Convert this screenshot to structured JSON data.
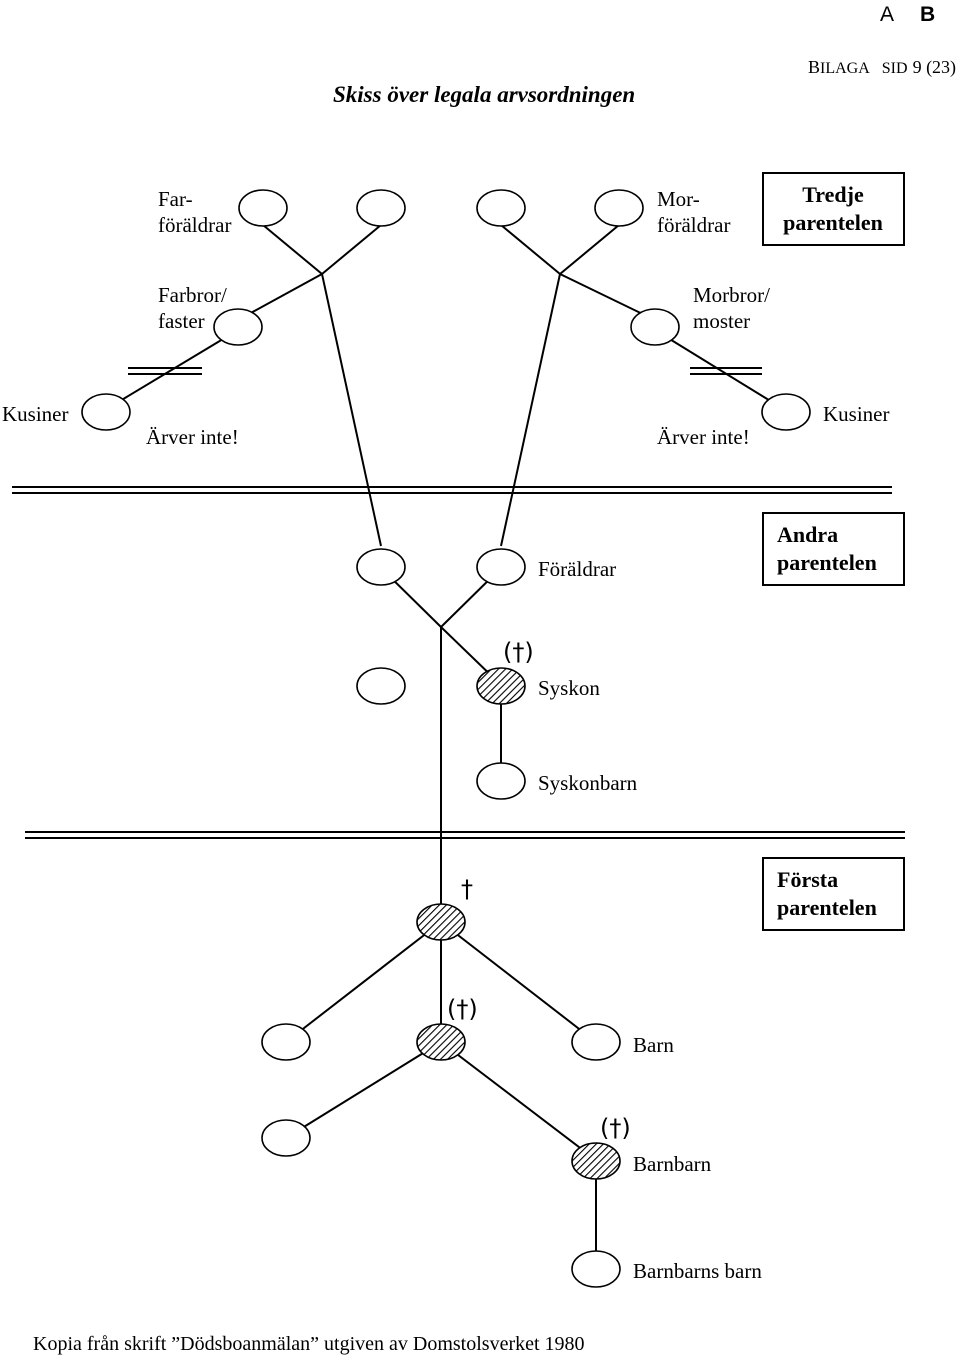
{
  "header": {
    "corner_a": "A",
    "corner_b": "B",
    "bilaga_cap": "B",
    "bilaga_rest": "ILAGA",
    "sid_label": "SID",
    "page_ref": "9 (23)"
  },
  "title": "Skiss över legala arvsordningen",
  "third_parentela": {
    "box_line1": "Tredje",
    "box_line2": "parentelen",
    "farforaldrar_line1": "Far-",
    "farforaldrar_line2": "föräldrar",
    "morforaldrar_line1": "Mor-",
    "morforaldrar_line2": "föräldrar",
    "farbror_line1": "Farbror/",
    "farbror_line2": "faster",
    "morbror_line1": "Morbror/",
    "morbror_line2": "moster",
    "kusiner_left": "Kusiner",
    "kusiner_right": "Kusiner",
    "arver_inte_left": "Ärver inte!",
    "arver_inte_right": "Ärver inte!"
  },
  "second_parentela": {
    "box_line1": "Andra",
    "box_line2": "parentelen",
    "foraldrar": "Föräldrar",
    "syskon_mark": "(†)",
    "syskon": "Syskon",
    "syskonbarn": "Syskonbarn"
  },
  "first_parentela": {
    "box_line1": "Första",
    "box_line2": "parentelen",
    "deceased_mark": "†",
    "barn_mark": "(†)",
    "barn": "Barn",
    "barnbarn_mark": "(†)",
    "barnbarn": "Barnbarn",
    "barnbarns_barn": "Barnbarns barn"
  },
  "footer": "Kopia från skrift  ”Dödsboanmälan”  utgiven av Domstolsverket 1980"
}
